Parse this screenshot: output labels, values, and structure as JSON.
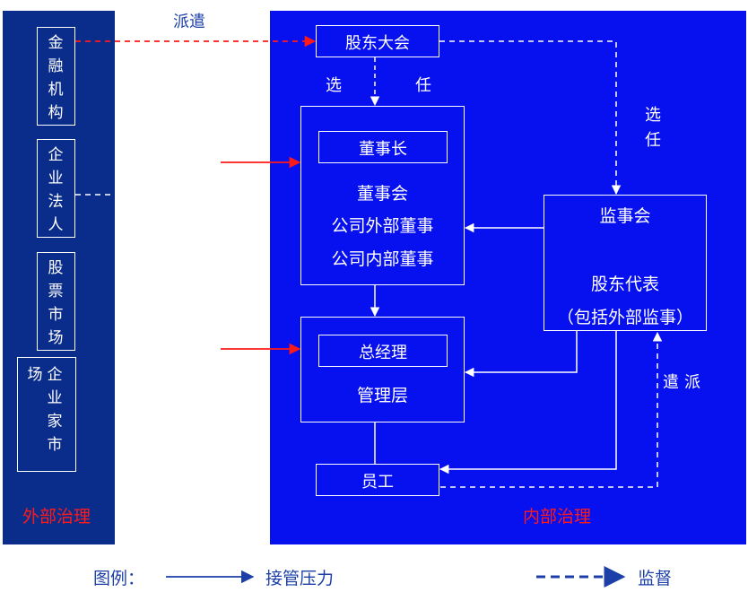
{
  "left_panel": {
    "boxes": [
      {
        "label": "金融机构"
      },
      {
        "label": "企业法人"
      },
      {
        "label": "股票市场"
      },
      {
        "label_main": "企业家市",
        "label_side": "场"
      }
    ],
    "footer": "外部治理"
  },
  "right_panel": {
    "footer": "内部治理",
    "shareholders_meeting": "股东大会",
    "board": {
      "chairman": "董事长",
      "line1": "董事会",
      "line2": "公司外部董事",
      "line3": "公司内部董事"
    },
    "supervisors": {
      "title": "监事会",
      "line1": "股东代表",
      "line2": "（包括外部监事）"
    },
    "management": {
      "gm": "总经理",
      "team": "管理层"
    },
    "employees": "员工",
    "labels": {
      "dispatch_top": "派遣",
      "elect_left": "选",
      "elect_right": "任",
      "elect_v1": "选",
      "elect_v2": "任",
      "dispatch_v1": "遣",
      "dispatch_v2": "派"
    }
  },
  "legend": {
    "title": "图例：",
    "solid_label": "接管压力",
    "dashed_label": "监督"
  },
  "colors": {
    "left_bg": "#0a2d8c",
    "right_bg": "#0710ee",
    "red": "#ff1a1a",
    "legend_blue": "#1c3fa8"
  }
}
